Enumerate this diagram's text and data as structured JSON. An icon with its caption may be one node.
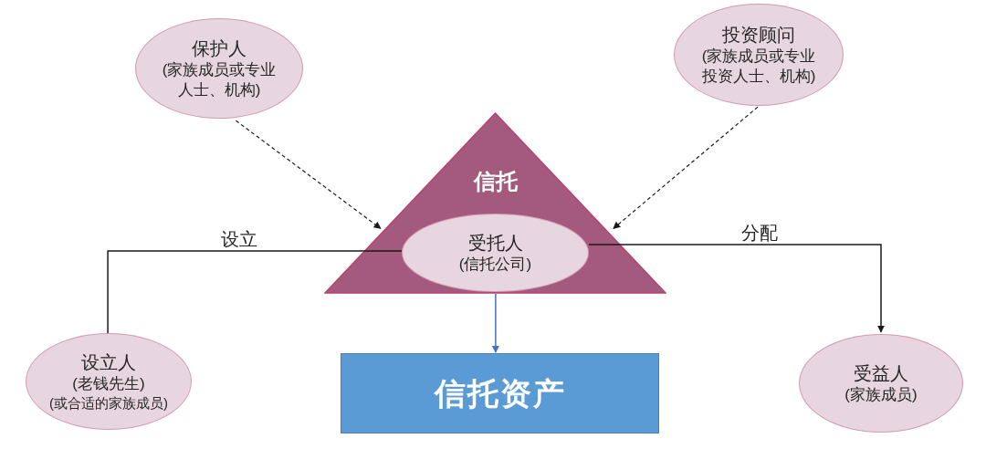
{
  "diagram": {
    "nodes": [
      {
        "text": [
          "保护人",
          "(家族成员或专业人士、机构)"
        ]
      },
      {
        "text": [
          "投资顾问",
          "(家族成员或专业投资人士、机构)"
        ]
      },
      {
        "text": [
          "信托"
        ]
      },
      {
        "text": [
          "受托人",
          "(信托公司)"
        ],
        "in": 2
      },
      {
        "text": [
          "设立人",
          "(老钱先生)",
          "(或合适的家族成员)"
        ]
      },
      {
        "text": [
          "信托资产"
        ]
      },
      {
        "text": [
          "受益人",
          "(家族成员)"
        ]
      }
    ],
    "edges": [
      {
        "from": 0,
        "to": 2,
        "arrow": "to",
        "style": "dashed"
      },
      {
        "from": 1,
        "to": 2,
        "arrow": "to",
        "style": "dashed"
      },
      {
        "from": 4,
        "to": 3,
        "arrow": "none",
        "label": "设立"
      },
      {
        "from": 3,
        "to": 6,
        "arrow": "to",
        "label": "分配"
      },
      {
        "from": 2,
        "to": 5,
        "arrow": "to",
        "color": "#4472c4"
      }
    ]
  }
}
